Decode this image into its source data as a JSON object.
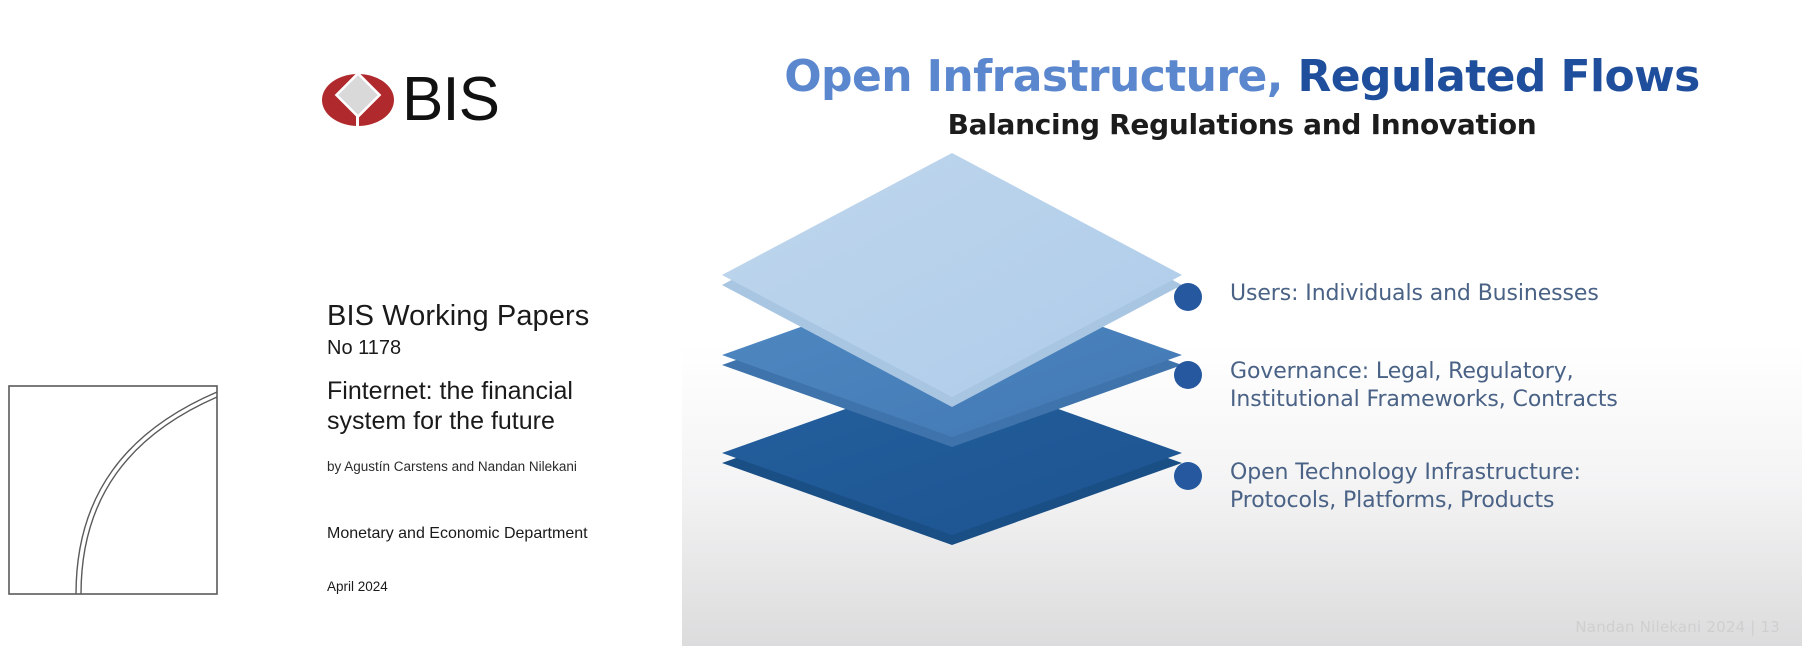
{
  "cover": {
    "logo": {
      "wordmark": "BIS",
      "mark_color": "#b02a2d",
      "mark_inner_color": "#d9d9d9"
    },
    "series_title": "BIS Working Papers",
    "series_number": "No 1178",
    "paper_title": "Finternet: the financial system for the future",
    "authors": "by Agustín Carstens and Nandan Nilekani",
    "department": "Monetary and Economic Department",
    "date": "April 2024"
  },
  "slide": {
    "title_part_1": "Open Infrastructure, ",
    "title_part_2": "Regulated Flows",
    "subtitle": "Balancing Regulations and Innovation",
    "title_color_light": "#5b87ce",
    "title_color_dark": "#1f4e9c",
    "watermark": "Nandan Nilekani 2024 | 13",
    "layers": [
      {
        "name": "users-layer",
        "color": "#b4cee8",
        "side_color": "#a8c5e2"
      },
      {
        "name": "governance-layer",
        "color": "#4a82bd",
        "side_color": "#3f73ab"
      },
      {
        "name": "infrastructure-layer",
        "color": "#1f5b99",
        "side_color": "#1a4f86"
      }
    ],
    "bullets": [
      {
        "dot_color": "#25589f",
        "label": "Users: Individuals and Businesses"
      },
      {
        "dot_color": "#25589f",
        "label": "Governance: Legal, Regulatory,\nInstitutional Frameworks, Contracts"
      },
      {
        "dot_color": "#25589f",
        "label": "Open Technology Infrastructure:\nProtocols, Platforms, Products"
      }
    ]
  }
}
